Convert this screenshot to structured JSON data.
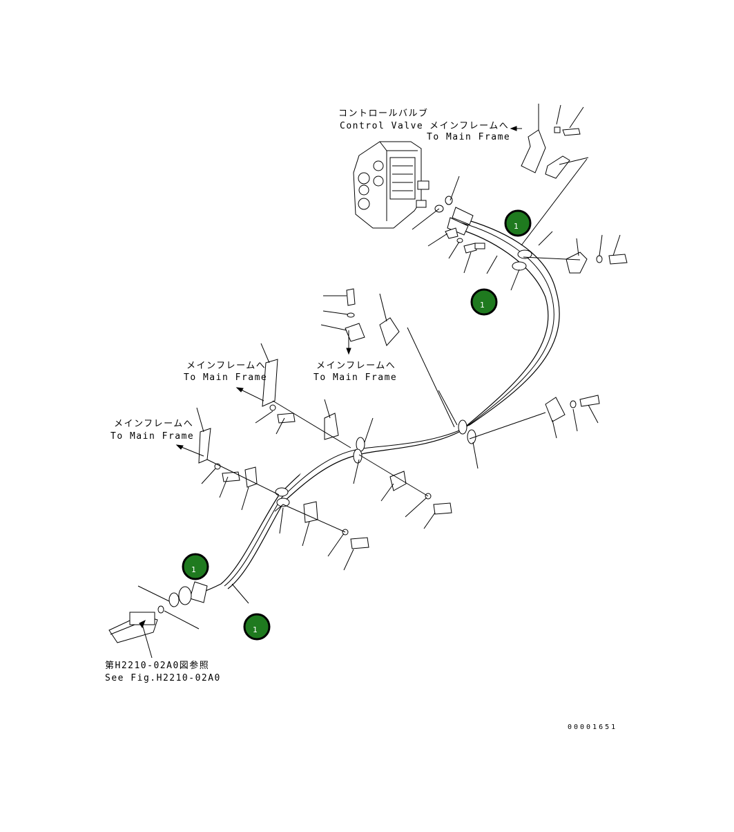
{
  "labels": {
    "control_valve_jp": "コントロールバルブ",
    "control_valve_en": "Control Valve",
    "main_frame_jp": "メインフレームへ",
    "main_frame_en": "To Main Frame",
    "see_fig_jp": "第H2210-02A0図参照",
    "see_fig_en": "See Fig.H2210-02A0",
    "drawing_number": "00001651"
  },
  "markers": [
    {
      "number": "1"
    },
    {
      "number": "1"
    },
    {
      "number": "1"
    },
    {
      "number": "1"
    }
  ],
  "colors": {
    "marker_fill": "#1f7a1f",
    "line": "#000000"
  }
}
